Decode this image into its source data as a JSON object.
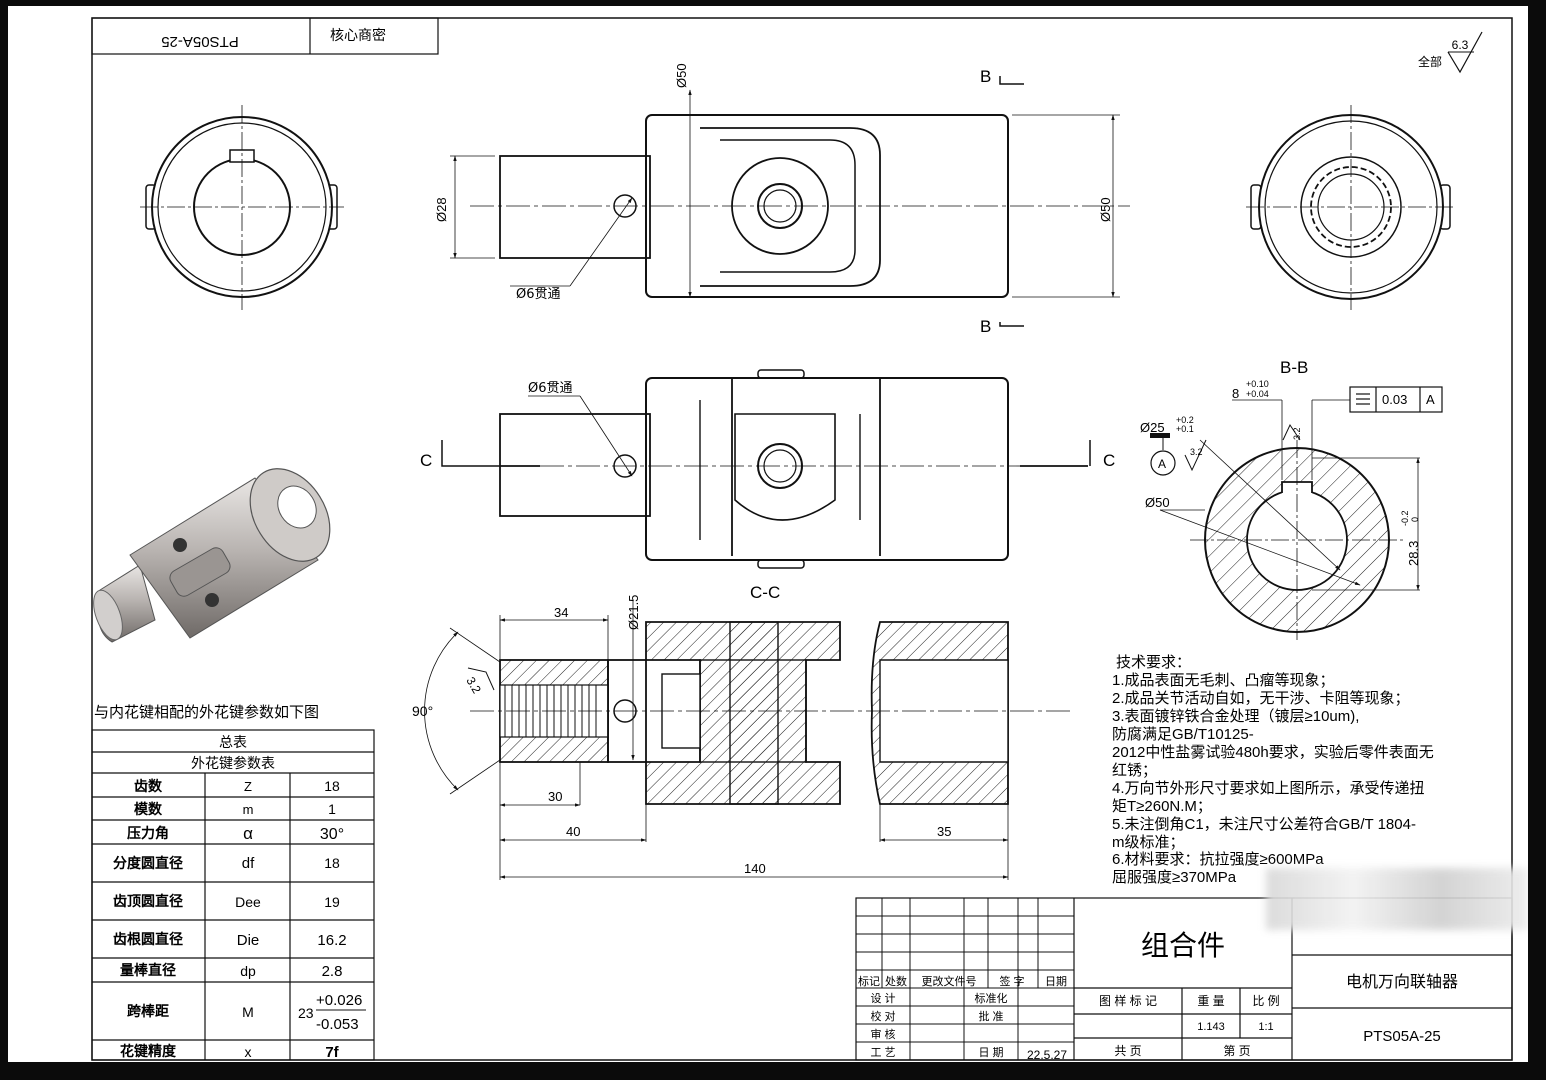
{
  "top_box": {
    "code_mirrored": "PTS05A-25",
    "secret": "核心商密"
  },
  "roughness_all": {
    "label": "全部",
    "value": "6.3"
  },
  "views": {
    "section_b_top": "B",
    "section_b_bottom": "B",
    "section_c_left": "C",
    "section_c_right": "C",
    "bb_title": "B-B",
    "cc_title": "C-C"
  },
  "dims": {
    "top_d50_left": "Ø50",
    "top_d28": "Ø28",
    "top_d50_right": "Ø50",
    "top_hole": "Ø6贯通",
    "mid_hole": "Ø6贯通",
    "cc_34": "34",
    "cc_d215": "Ø21.5",
    "cc_30": "30",
    "cc_40": "40",
    "cc_35": "35",
    "cc_140": "140",
    "cc_90": "90°",
    "cc_rough": "3.2",
    "bb_8": "8",
    "bb_8_tol_up": "+0.10",
    "bb_8_tol_lo": "+0.04",
    "bb_tol_frame_val": "0.03",
    "bb_tol_frame_ref": "A",
    "bb_d25": "Ø25",
    "bb_d25_up": "+0.2",
    "bb_d25_lo": "+0.1",
    "bb_datum": "A",
    "bb_d50": "Ø50",
    "bb_283": "28.3",
    "bb_283_up": "-0.2",
    "bb_283_lo": "0",
    "bb_r32a": "3.2",
    "bb_r32b": "3.2"
  },
  "spline_table": {
    "caption": "与内花键相配的外花键参数如下图",
    "title1": "总表",
    "title2": "外花键参数表",
    "rows": [
      {
        "name": "齿数",
        "sym": "Z",
        "val": "18"
      },
      {
        "name": "模数",
        "sym": "m",
        "val": "1"
      },
      {
        "name": "压力角",
        "sym": "α",
        "val": "30°"
      },
      {
        "name": "分度圆直径",
        "sym": "df",
        "val": "18"
      },
      {
        "name": "齿顶圆直径",
        "sym": "Dee",
        "val": "19"
      },
      {
        "name": "齿根圆直径",
        "sym": "Die",
        "val": "16.2"
      },
      {
        "name": "量棒直径",
        "sym": "dp",
        "val": "2.8"
      },
      {
        "name": "跨棒距",
        "sym": "M",
        "val_main": "23",
        "val_up": "+0.026",
        "val_lo": "-0.053"
      },
      {
        "name": "花键精度",
        "sym": "x",
        "val": "7f"
      }
    ]
  },
  "tech_req": {
    "title": "技术要求：",
    "lines": [
      "1.成品表面无毛刺、凸瘤等现象；",
      "2.成品关节活动自如，无干涉、卡阻等现象；",
      "3.表面镀锌铁合金处理（镀层≥10um),",
      "防腐满足GB/T10125-",
      "2012中性盐雾试验480h要求，实验后零件表面无",
      "红锈；",
      "4.万向节外形尺寸要求如上图所示，承受传递扭",
      "矩T≥260N.M；",
      "5.未注倒角C1，未注尺寸公差符合GB/T 1804-",
      "m级标准；",
      "6.材料要求：抗拉强度≥600MPa",
      "屈服强度≥370MPa"
    ]
  },
  "title_block": {
    "part_type": "组合件",
    "part_name": "电机万向联轴器",
    "part_code": "PTS05A-25",
    "header": [
      "标记",
      "处数",
      "更改文件号",
      "签 字",
      "日期"
    ],
    "design": "设 计",
    "check": "校 对",
    "review": "审 核",
    "process": "工 艺",
    "std": "标准化",
    "approve": "批 准",
    "date_label": "日 期",
    "date": "22.5.27",
    "pattern": "图 样 标 记",
    "weight_label": "重 量",
    "scale_label": "比 例",
    "weight": "1.143",
    "scale": "1:1",
    "total": "共    页",
    "page": "第    页"
  }
}
